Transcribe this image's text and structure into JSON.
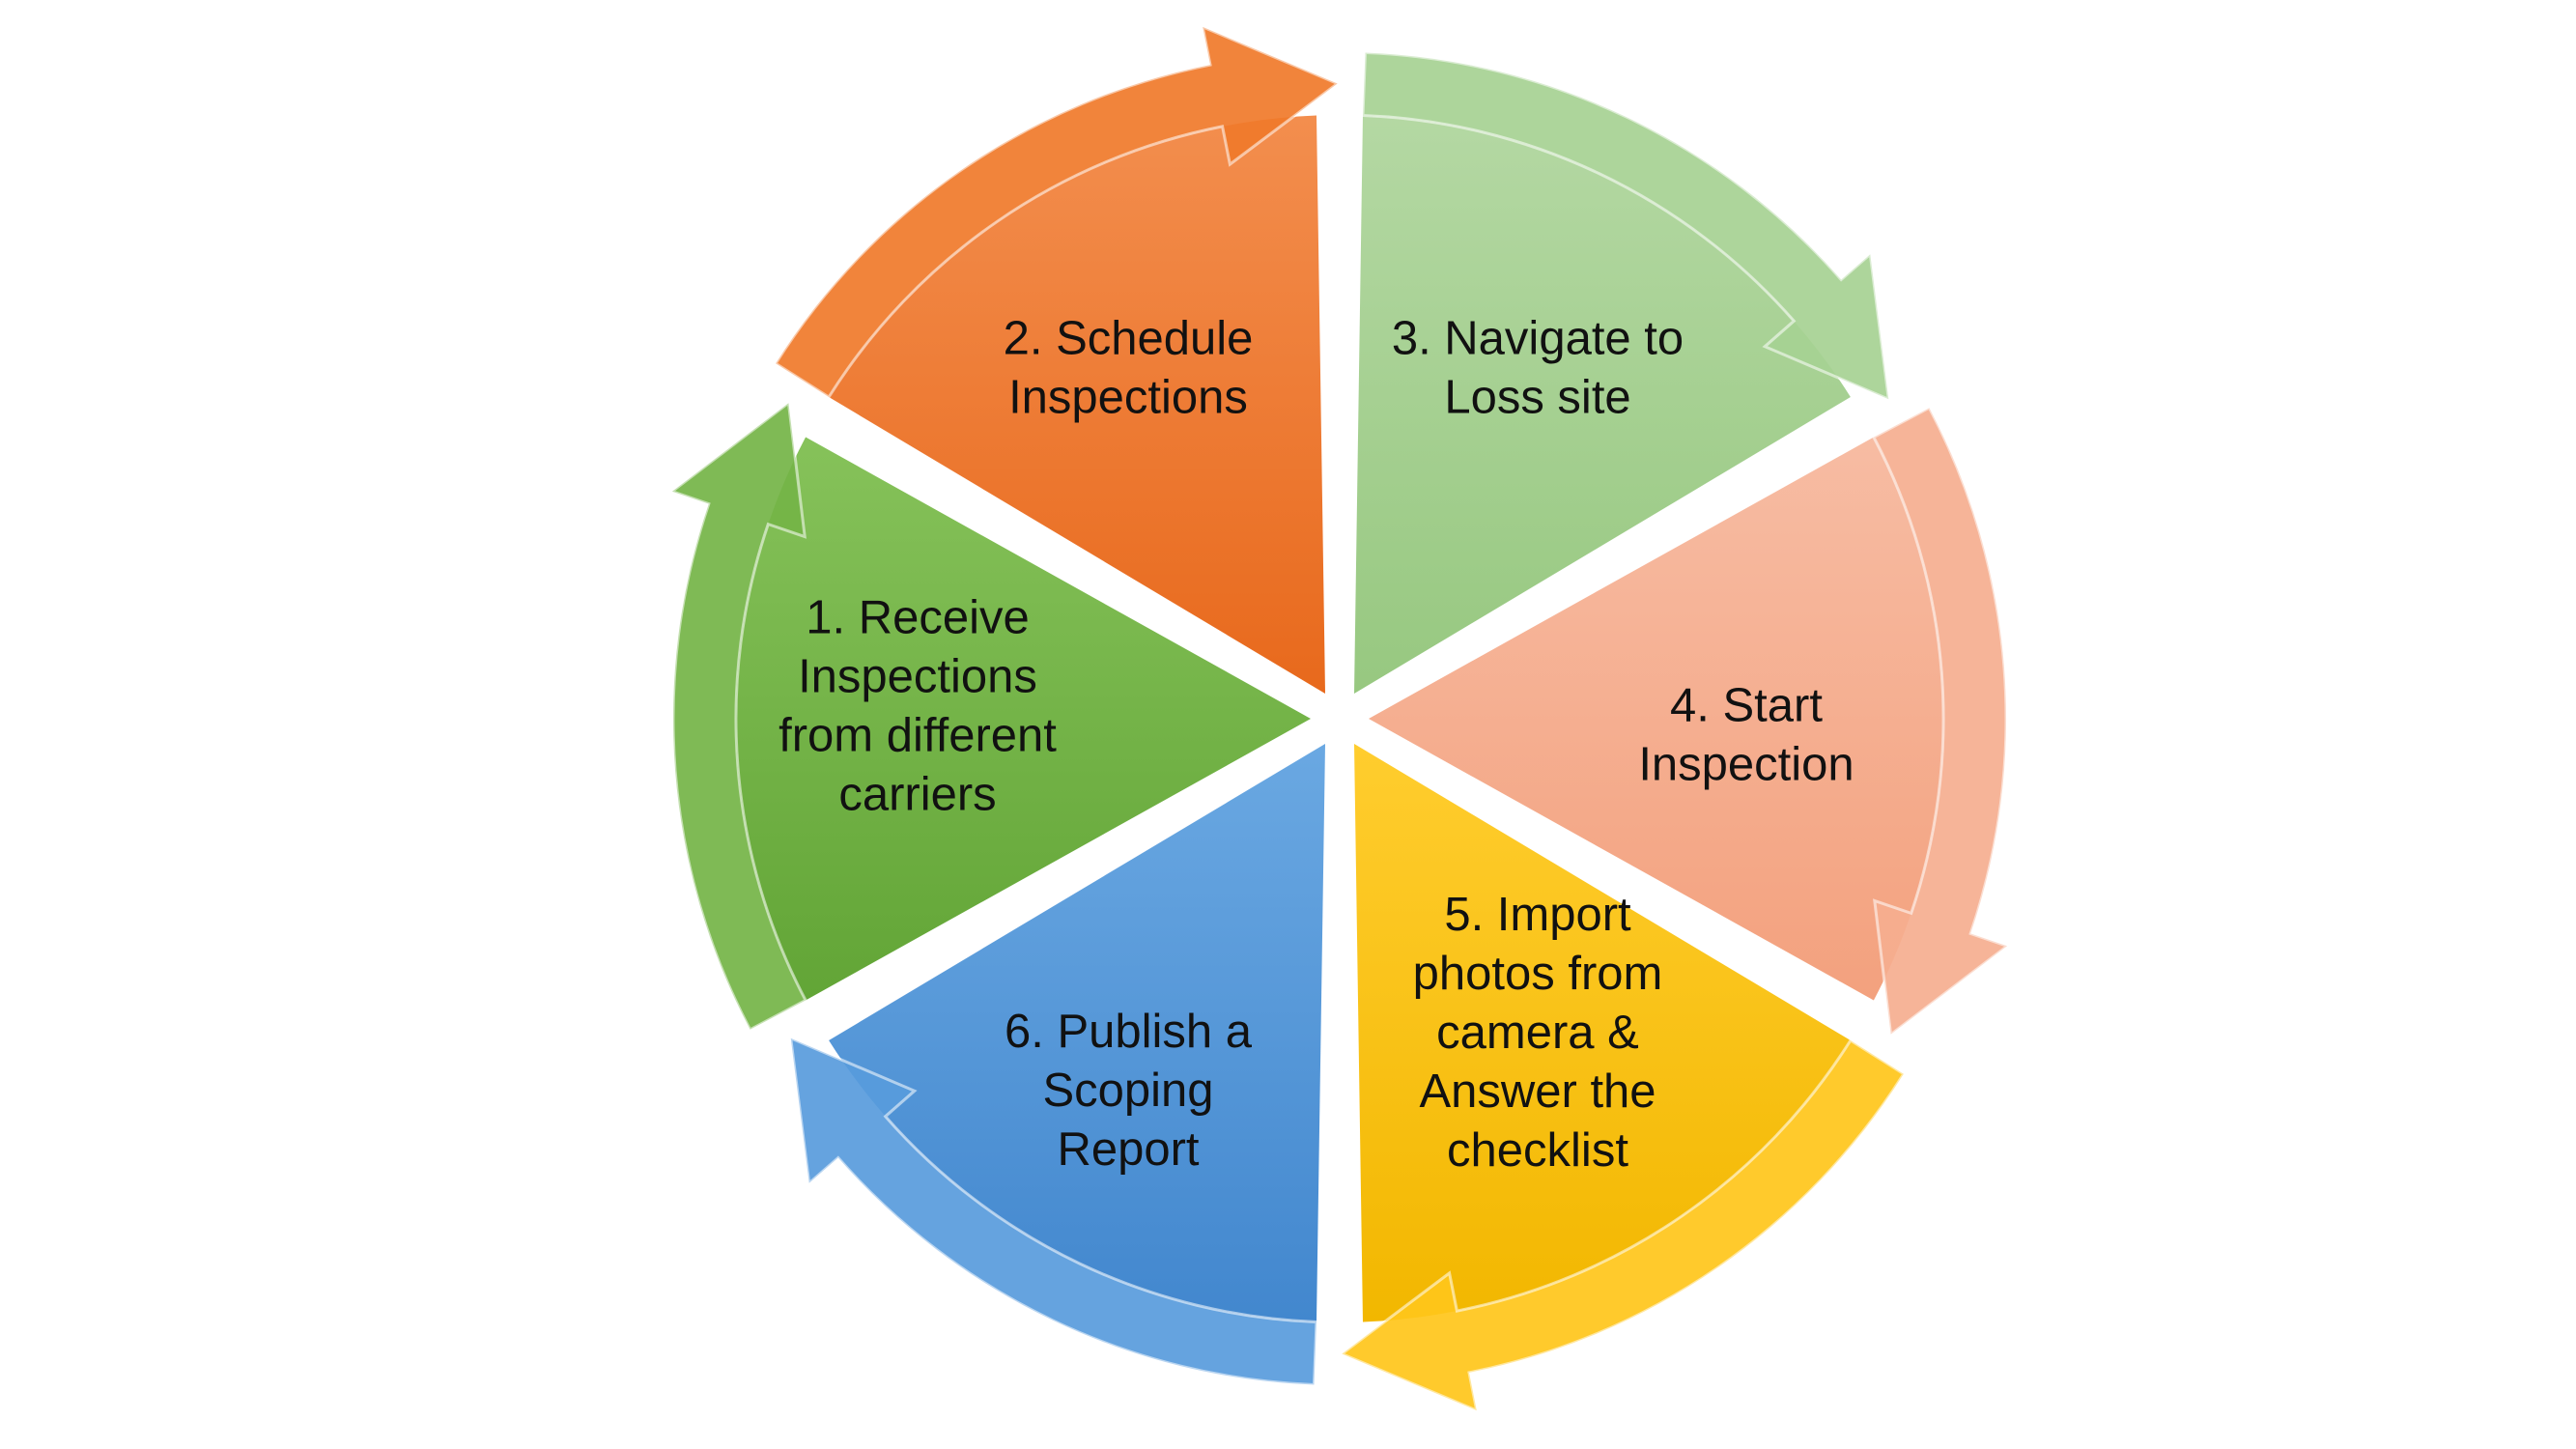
{
  "diagram": {
    "type": "cycle",
    "segments": [
      {
        "id": "receive",
        "color": "#74B446",
        "lines": [
          "1. Receive",
          "Inspections",
          "from different",
          "carriers"
        ]
      },
      {
        "id": "schedule",
        "color": "#F07A2A",
        "lines": [
          "2. Schedule",
          "Inspections"
        ]
      },
      {
        "id": "navigate",
        "color": "#A6D193",
        "lines": [
          "3. Navigate to",
          "Loss site"
        ]
      },
      {
        "id": "start",
        "color": "#F5AE8F",
        "lines": [
          "4. Start",
          "Inspection"
        ]
      },
      {
        "id": "import",
        "color": "#FFC61A",
        "lines": [
          "5. Import",
          "photos from",
          "camera &",
          "Answer the",
          "checklist"
        ]
      },
      {
        "id": "publish",
        "color": "#589BDC",
        "lines": [
          "6. Publish a",
          "Scoping",
          "Report"
        ]
      }
    ]
  }
}
